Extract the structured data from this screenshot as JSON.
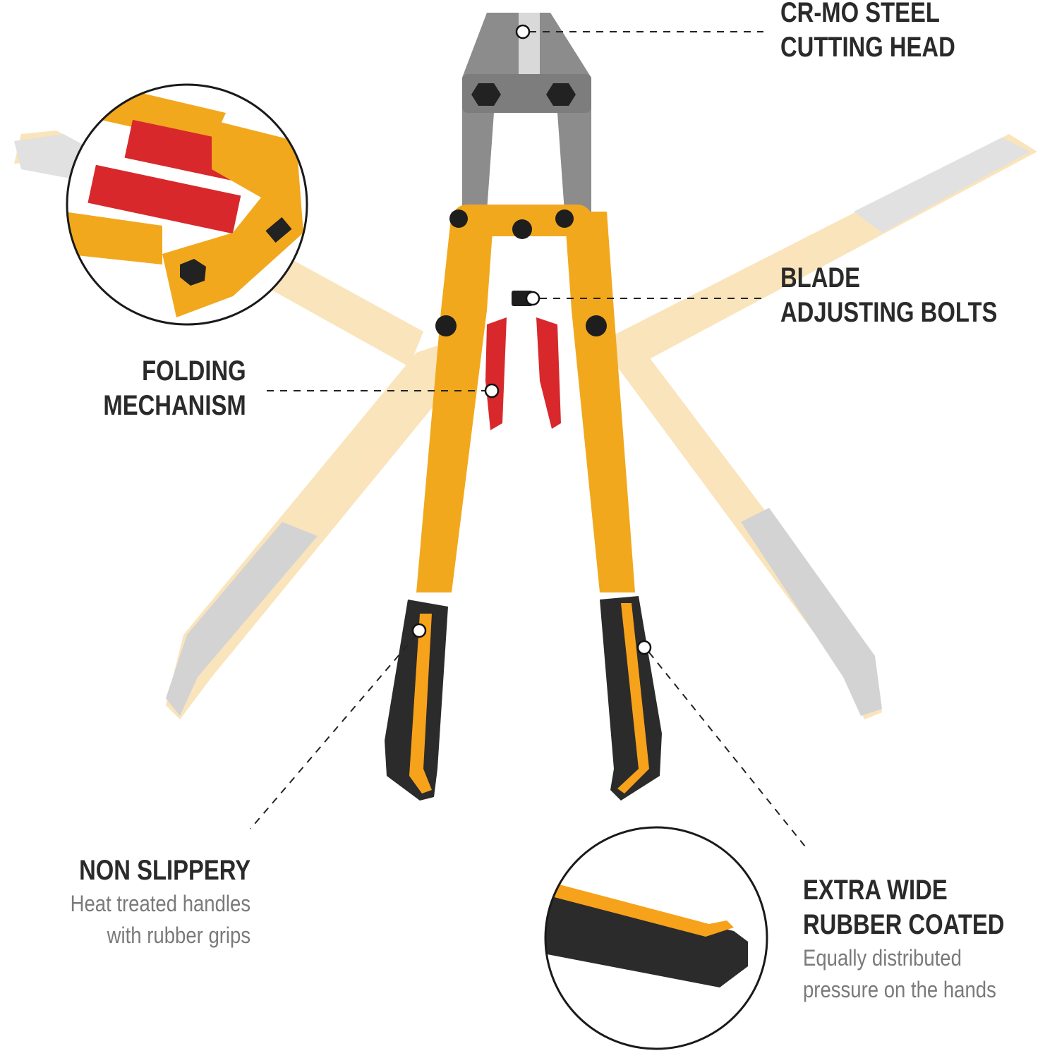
{
  "product": {
    "type": "folding bolt cutter",
    "colors": {
      "handle_yellow": "#F2A81D",
      "handle_yellow_faded": "#FBE3B0",
      "grip_black": "#2B2B2B",
      "grip_orange": "#F7A21B",
      "head_steel": "#8C8C8C",
      "lock_red": "#D8282B",
      "bolt_black": "#1E1E1E",
      "text_dark": "#2A2A2A",
      "text_grey": "#7A7A7A",
      "callout_line": "#222222"
    }
  },
  "callouts": [
    {
      "id": "cutting-head",
      "title_lines": [
        "CR-MO STEEL",
        "CUTTING HEAD"
      ],
      "subtitle_lines": []
    },
    {
      "id": "blade-bolts",
      "title_lines": [
        "BLADE",
        "ADJUSTING BOLTS"
      ],
      "subtitle_lines": []
    },
    {
      "id": "folding",
      "title_lines": [
        "FOLDING",
        "MECHANISM"
      ],
      "subtitle_lines": []
    },
    {
      "id": "non-slippery",
      "title_lines": [
        "NON SLIPPERY"
      ],
      "subtitle_lines": [
        "Heat treated handles",
        "with rubber grips"
      ]
    },
    {
      "id": "extra-wide",
      "title_lines": [
        "EXTRA WIDE",
        "RUBBER COATED"
      ],
      "subtitle_lines": [
        "Equally distributed",
        "pressure on the hands"
      ]
    }
  ],
  "insets": [
    {
      "id": "folding-closeup",
      "depicts": "folding joint with red locking levers"
    },
    {
      "id": "grip-closeup",
      "depicts": "rubber coated handle end"
    }
  ]
}
